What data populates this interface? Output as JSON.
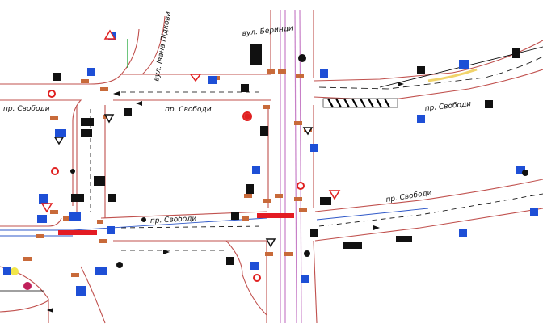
{
  "street_labels": {
    "svobody_west": "пр. Свободи",
    "svobody_north_middle": "пр. Свободи",
    "svobody_northeast": "пр. Свободи",
    "svobody_east": "пр. Свободи",
    "svobody_south": "пр. Свободи",
    "ivana_pidkovy": "вул. Івана Підкови",
    "berindy": "вул. Беринди"
  },
  "colors": {
    "background": "#ffffff",
    "road_edge": "#c0504d",
    "tram_track": "#c77fc7",
    "road_marking": "#000000",
    "lane_line_blue": "#2f58c8",
    "sign_blue": "#1e4fd6",
    "sign_black": "#111111",
    "sign_red": "#e02020",
    "equipment_orange": "#c86a3a",
    "crosswalk_red": "#e31b23",
    "green_line": "#1fa839",
    "yellow_marking": "#f1d36a"
  },
  "icons": [
    "road-sign-icon",
    "traffic-light-icon",
    "pedestrian-crossing-icon"
  ]
}
